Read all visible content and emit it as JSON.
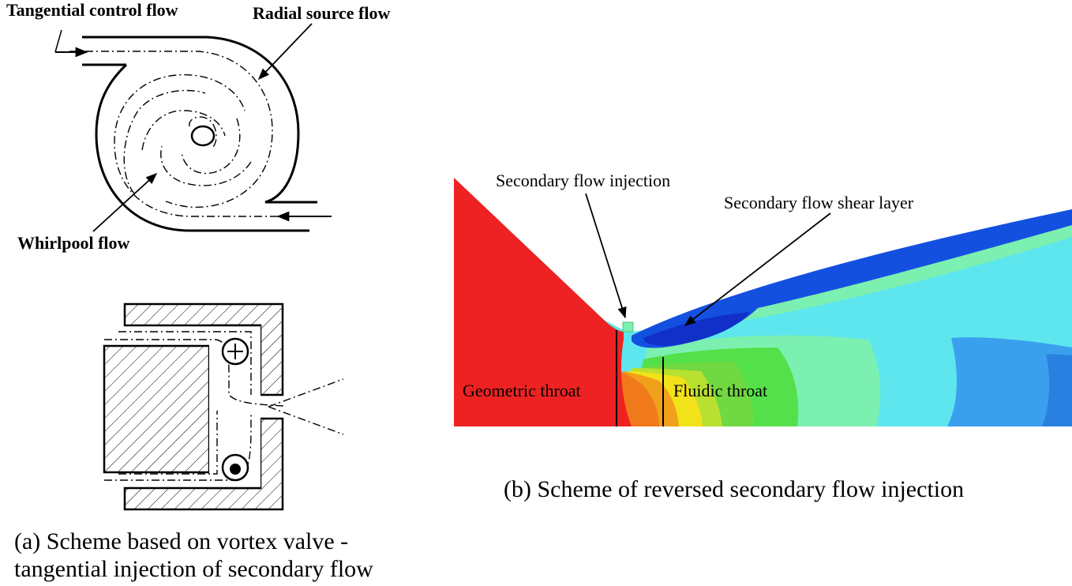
{
  "panel_a": {
    "labels": {
      "tangential_control_flow": "Tangential control flow",
      "radial_source_flow": "Radial source flow",
      "whirlpool_flow": "Whirlpool flow"
    },
    "caption_line1": "(a) Scheme based on vortex valve -",
    "caption_line2": "tangential injection of secondary flow"
  },
  "panel_b": {
    "labels": {
      "secondary_flow_injection": "Secondary flow injection",
      "secondary_flow_shear_layer": "Secondary flow shear layer",
      "geometric_throat": "Geometric throat",
      "fluidic_throat": "Fluidic throat"
    },
    "caption": "(b) Scheme of reversed secondary flow injection",
    "colors": {
      "red": "#ee2222",
      "orange": "#f07a1a",
      "yellow": "#f2e21a",
      "green": "#54e04a",
      "light_green": "#7cf0b0",
      "cyan": "#5ee6ee",
      "light_blue": "#3aa0ee",
      "blue": "#1450e0",
      "dark_blue": "#1030c8"
    }
  }
}
